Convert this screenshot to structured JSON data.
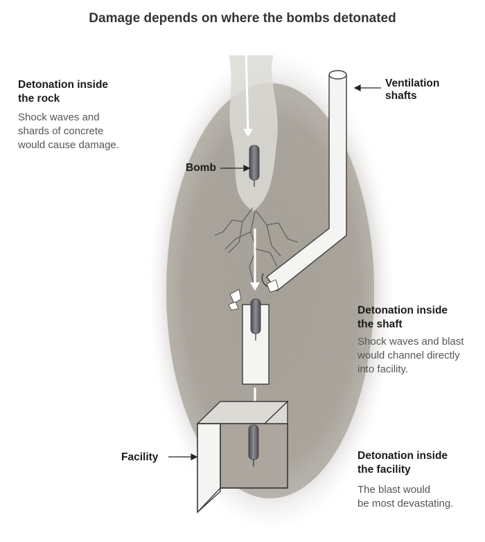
{
  "title": "Damage depends on where the bombs detonated",
  "sections": {
    "rock": {
      "heading": "Detonation inside\nthe rock",
      "body": "Shock waves and\nshards of concrete\nwould cause damage."
    },
    "shaft": {
      "heading": "Detonation inside\nthe shaft",
      "body": "Shock waves and blast\nwould channel directly\ninto facility."
    },
    "facility": {
      "heading": "Detonation inside\nthe facility",
      "body": "The blast would\nbe most devastating."
    }
  },
  "labels": {
    "bomb": "Bomb",
    "ventilation": "Ventilation\nshafts",
    "facility": "Facility"
  },
  "colors": {
    "rock": "#b3ada4",
    "rock_dark": "#8f8a82",
    "shaft": "#f4f4f2",
    "bomb": "#6c6e73",
    "arrow": "#ffffff",
    "crack": "#555555"
  }
}
